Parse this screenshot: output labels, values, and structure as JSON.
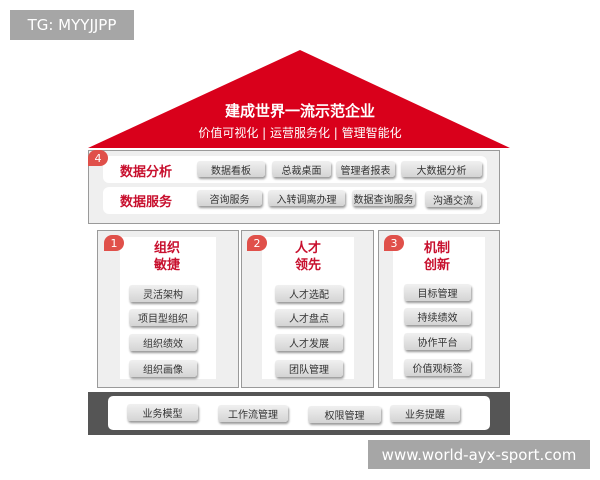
{
  "watermark_top": "TG: MYYJJPP",
  "watermark_bottom": "www.world-ayx-sport.com",
  "roof": {
    "title": "建成世界一流示范企业",
    "subtitle": "价值可视化 | 运营服务化 | 管理智能化",
    "color": "#d9001b"
  },
  "top_panel": {
    "badge": "4",
    "rows": [
      {
        "label": "数据分析",
        "items": [
          "数据看板",
          "总裁桌面",
          "管理者报表",
          "大数据分析"
        ]
      },
      {
        "label": "数据服务",
        "items": [
          "咨询服务",
          "入转调离办理",
          "数据查询服务",
          "沟通交流"
        ]
      }
    ]
  },
  "pillars": [
    {
      "badge": "1",
      "title1": "组织",
      "title2": "敏捷",
      "items": [
        "灵活架构",
        "项目型组织",
        "组织绩效",
        "组织画像"
      ]
    },
    {
      "badge": "2",
      "title1": "人才",
      "title2": "领先",
      "items": [
        "人才选配",
        "人才盘点",
        "人才发展",
        "团队管理"
      ]
    },
    {
      "badge": "3",
      "title1": "机制",
      "title2": "创新",
      "items": [
        "目标管理",
        "持续绩效",
        "协作平台",
        "价值观标签"
      ]
    }
  ],
  "base": {
    "items": [
      "业务模型",
      "工作流管理",
      "权限管理",
      "业务提醒"
    ]
  }
}
